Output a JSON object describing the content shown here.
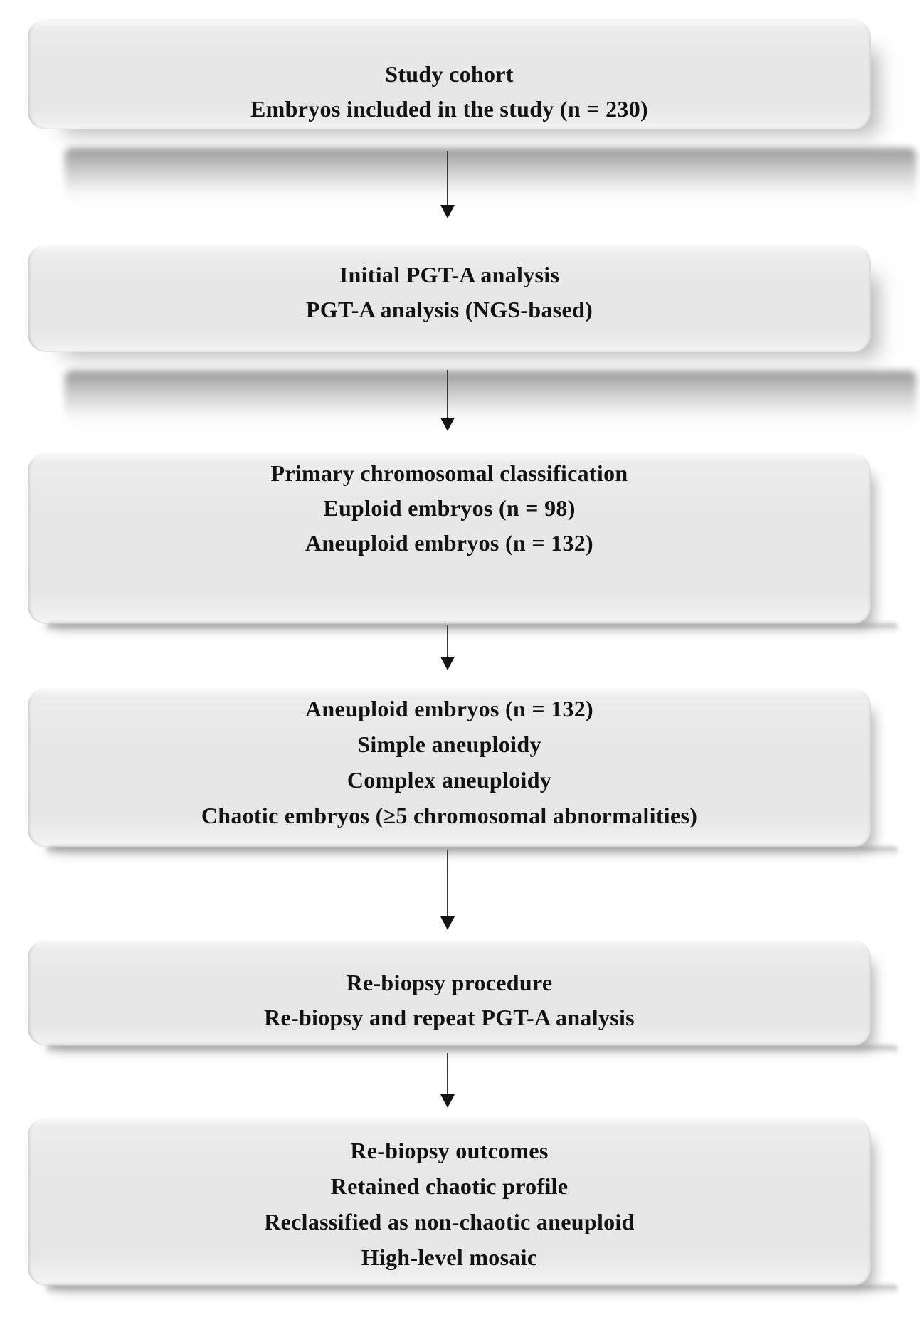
{
  "figure": {
    "type": "flowchart",
    "background_color": "#ffffff",
    "box_fill_color": "#e7e7e7",
    "box_highlight_color": "#fbfbfb",
    "text_color": "#121212",
    "arrow_color": "#141414",
    "shadow_color": "#6a6a6a"
  },
  "flowchart": {
    "boxes": [
      {
        "id": "study-cohort",
        "lines": [
          "Study cohort",
          "Embryos included in the study (n = 230)"
        ]
      },
      {
        "id": "initial-pgta-analysis",
        "lines": [
          "Initial PGT-A analysis",
          "PGT-A analysis (NGS-based)"
        ]
      },
      {
        "id": "primary-chromosomal-classification",
        "lines": [
          "Primary chromosomal classification",
          "Euploid embryos (n = 98)",
          "Aneuploid embryos (n = 132)"
        ]
      },
      {
        "id": "aneuploid-embryos-breakdown",
        "lines": [
          "Aneuploid embryos (n = 132)",
          "Simple aneuploidy",
          "Complex aneuploidy",
          "Chaotic embryos (≥5 chromosomal abnormalities)"
        ]
      },
      {
        "id": "re-biopsy-procedure",
        "lines": [
          "Re-biopsy procedure",
          "Re-biopsy and repeat PGT-A analysis"
        ]
      },
      {
        "id": "re-biopsy-outcomes",
        "lines": [
          "Re-biopsy outcomes",
          "Retained chaotic profile",
          "Reclassified as non-chaotic aneuploid",
          "High-level mosaic"
        ]
      }
    ]
  }
}
